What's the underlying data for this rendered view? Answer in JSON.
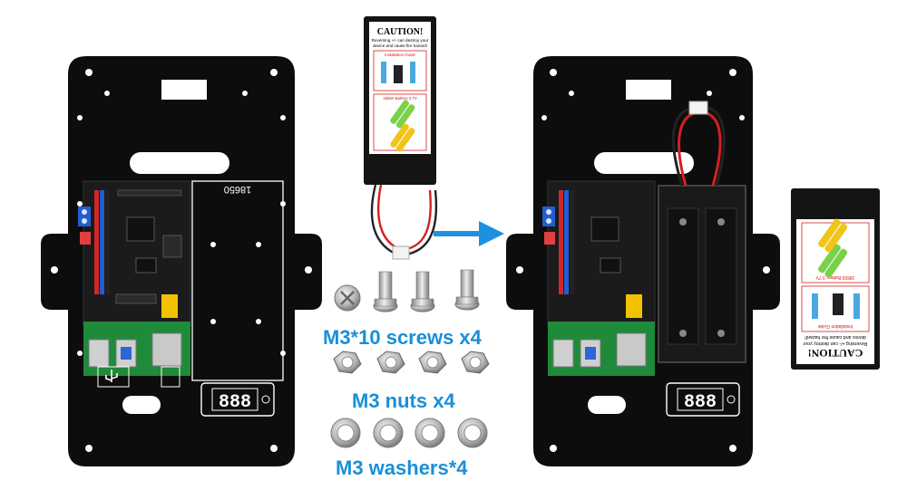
{
  "colors": {
    "label_blue": "#1a8fd8",
    "arrow_blue": "#1e90e0",
    "plate_black": "#0d0d0d",
    "pcb_dark": "#1b1b1b",
    "pcb_green": "#1f8a3a",
    "terminal_blue": "#1f5fd1",
    "header_yellow": "#f2c200",
    "battery_green": "#7ad14a",
    "battery_yellow": "#f0c419",
    "led_red": "#ffffff",
    "wire_red": "#d42020"
  },
  "left_plate": {
    "holder_label": "18650",
    "display": "888"
  },
  "right_plate": {
    "display": "888"
  },
  "battery_box": {
    "caution_title": "CAUTION!",
    "caution_text_line1": "Reversing +/- can destroy your",
    "caution_text_line2": "device and cause fire hazard!",
    "install_guide": "Installation Guide",
    "battery_label": "18650 Battery 3.7V"
  },
  "hardware": {
    "screws_label": "M3*10 screws x4",
    "nuts_label": "M3 nuts x4",
    "washers_label": "M3 washers*4"
  },
  "icons": [
    "usb-icon",
    "arrow-right-icon"
  ]
}
